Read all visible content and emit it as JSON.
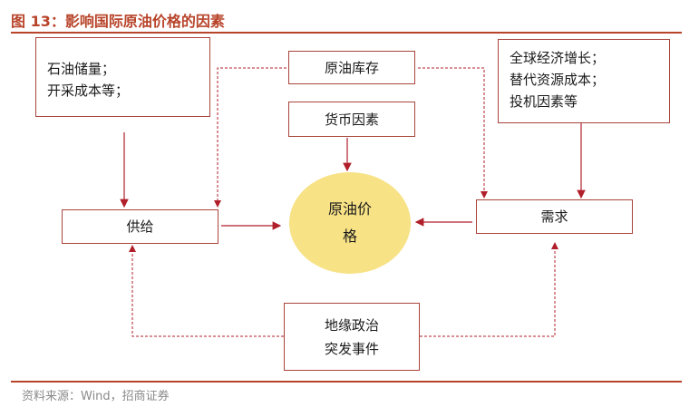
{
  "title": "图 13：影响国际原油价格的因素",
  "source": "资料来源：Wind，招商证券",
  "nodes": {
    "supply_factors": [
      "石油储量；",
      "开采成本等；"
    ],
    "crude_inventory": "原油库存",
    "demand_factors": [
      "全球经济增长；",
      "替代资源成本；",
      "投机因素等"
    ],
    "monetary_factors": "货币因素",
    "supply": "供给",
    "oil_price": [
      "原油价",
      "格"
    ],
    "demand": "需求",
    "geopolitics": [
      "地缘政治",
      "突发事件"
    ]
  },
  "colors": {
    "accent": "#b8442a",
    "box_border": "#a8443a",
    "arrow": "#b11f2a",
    "ellipse": "#f7e286"
  }
}
